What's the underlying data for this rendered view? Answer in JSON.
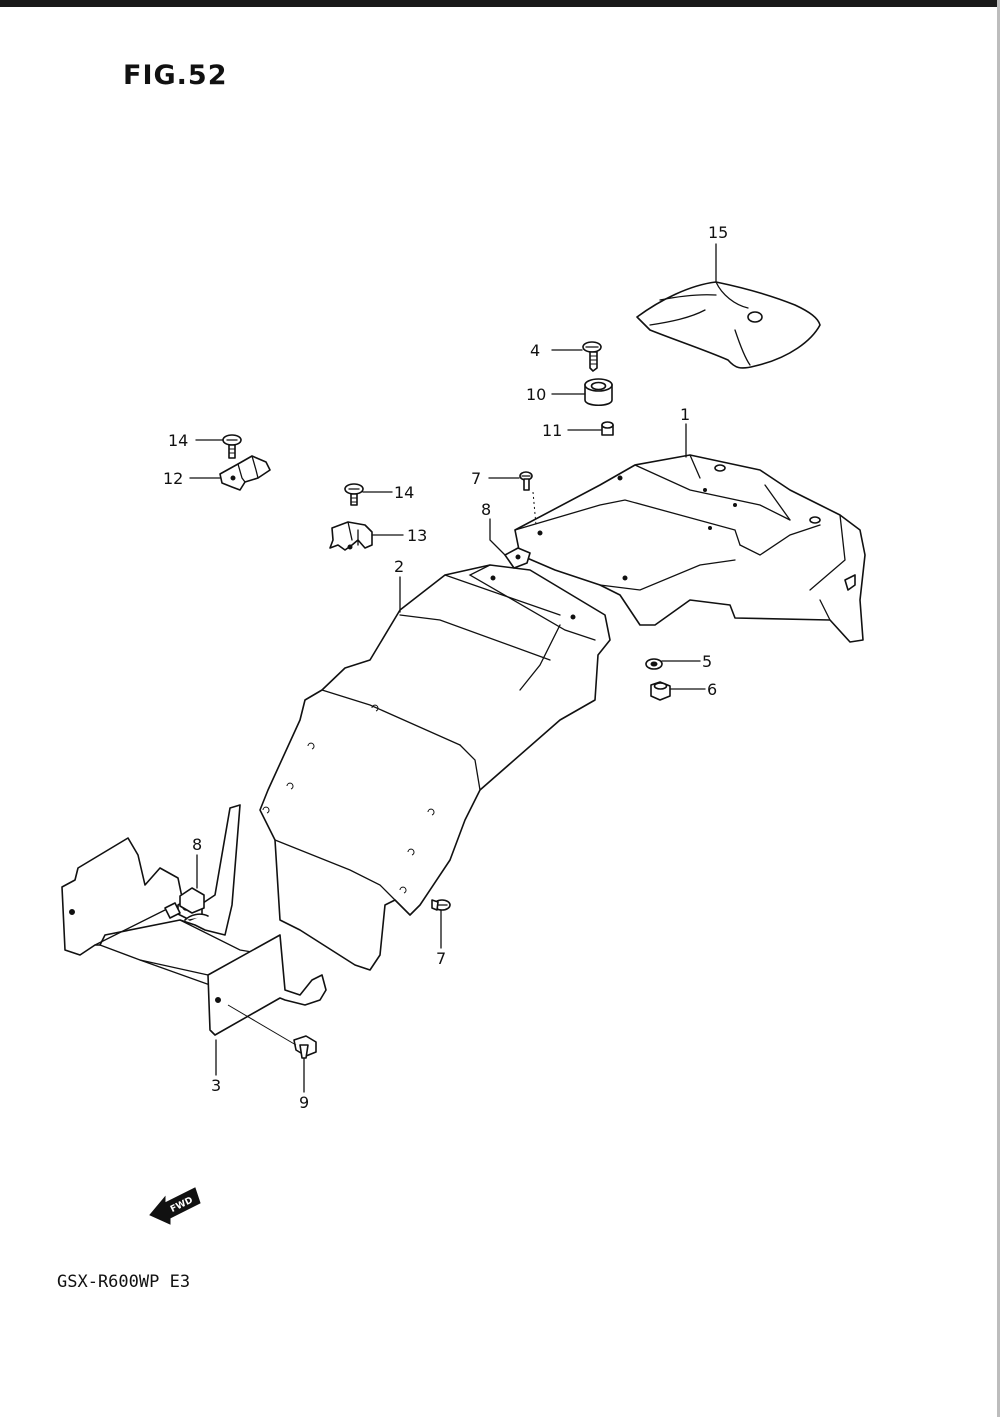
{
  "figure": {
    "title": "FIG.52",
    "model_code": "GSX-R600WP E3",
    "direction_marker": "FWD"
  },
  "callouts": [
    {
      "id": "c1",
      "label": "1"
    },
    {
      "id": "c2",
      "label": "2"
    },
    {
      "id": "c3",
      "label": "3"
    },
    {
      "id": "c4",
      "label": "4"
    },
    {
      "id": "c5",
      "label": "5"
    },
    {
      "id": "c6",
      "label": "6"
    },
    {
      "id": "c7a",
      "label": "7"
    },
    {
      "id": "c7b",
      "label": "7"
    },
    {
      "id": "c8a",
      "label": "8"
    },
    {
      "id": "c8b",
      "label": "8"
    },
    {
      "id": "c9",
      "label": "9"
    },
    {
      "id": "c10",
      "label": "10"
    },
    {
      "id": "c11",
      "label": "11"
    },
    {
      "id": "c12",
      "label": "12"
    },
    {
      "id": "c13",
      "label": "13"
    },
    {
      "id": "c14a",
      "label": "14"
    },
    {
      "id": "c14b",
      "label": "14"
    },
    {
      "id": "c15",
      "label": "15"
    }
  ]
}
